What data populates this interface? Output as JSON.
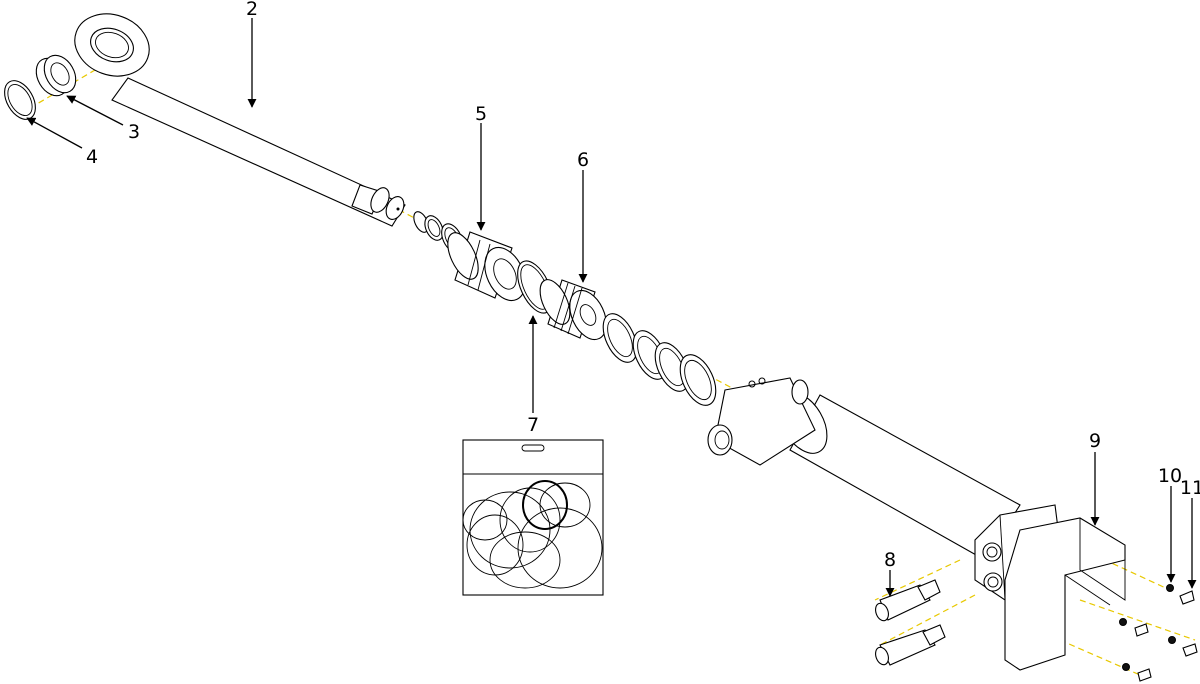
{
  "callouts": {
    "c2": "2",
    "c3": "3",
    "c4": "4",
    "c5": "5",
    "c6": "6",
    "c7": "7",
    "c8": "8",
    "c9": "9",
    "c10": "10",
    "c11": "11"
  },
  "colors": {
    "line": "#000000",
    "axis": "#e8c800",
    "background": "#ffffff"
  }
}
